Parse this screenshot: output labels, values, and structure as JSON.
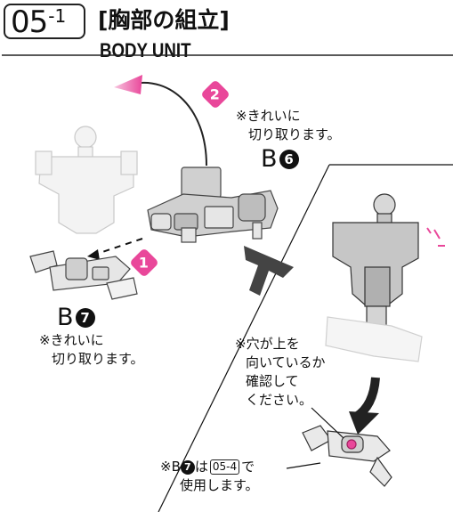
{
  "step": {
    "number": "05",
    "sub": "-1"
  },
  "title": {
    "jp": "[胸部の組立]",
    "en": "BODY UNIT"
  },
  "action_badges": [
    "2",
    "1"
  ],
  "parts": {
    "b6": {
      "runner": "B",
      "num": "6"
    },
    "b7": {
      "runner": "B",
      "num": "7"
    }
  },
  "notes": {
    "cut_clean_1": [
      "※きれいに",
      "切り取ります。"
    ],
    "cut_clean_2": [
      "※きれいに",
      "切り取ります。"
    ],
    "hole_up": [
      "※穴が上を",
      "向いているか",
      "確認して",
      "ください。"
    ],
    "use_later": {
      "prefix": "※B",
      "num": "7",
      "mid": "は",
      "ref": "05-4",
      "suffix": "で",
      "line2": "使用します。"
    }
  }
}
